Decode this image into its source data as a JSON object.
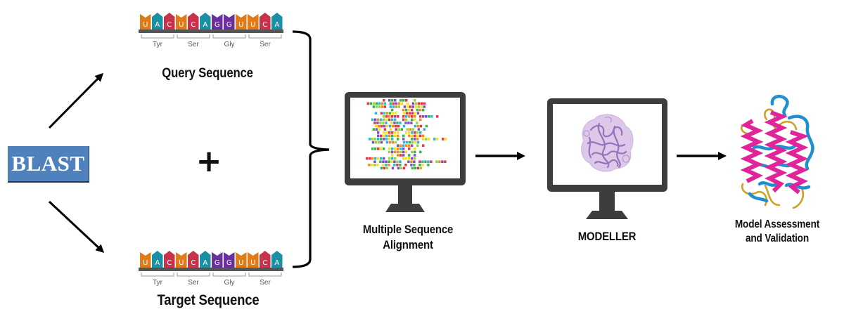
{
  "diagram": {
    "type": "pipeline-flow",
    "stages": [
      {
        "id": "blast",
        "label": "BLAST"
      },
      {
        "id": "query",
        "label": "Query Sequence"
      },
      {
        "id": "target",
        "label": "Target Sequence"
      },
      {
        "id": "msa",
        "label_line1": "Multiple Sequence",
        "label_line2": "Alignment"
      },
      {
        "id": "modeller",
        "label": "MODELLER"
      },
      {
        "id": "assessment",
        "label_line1": "Model Assessment",
        "label_line2": "and Validation"
      }
    ],
    "combine_symbol": "+",
    "edges": [
      {
        "from": "blast",
        "to": "query"
      },
      {
        "from": "blast",
        "to": "target"
      },
      {
        "from": "query+target",
        "to": "msa",
        "via": "curly-brace"
      },
      {
        "from": "msa",
        "to": "modeller"
      },
      {
        "from": "modeller",
        "to": "assessment"
      }
    ]
  },
  "sequence": {
    "nucleotides": [
      "U",
      "A",
      "C",
      "U",
      "C",
      "A",
      "G",
      "G",
      "U",
      "U",
      "C",
      "A"
    ],
    "codons_query": [
      "Tyr",
      "Ser",
      "Gly",
      "Ser"
    ],
    "codons_target": [
      "Tyr",
      "Ser",
      "Gly",
      "Ser"
    ]
  },
  "colors": {
    "U": "#e07b1a",
    "A": "#1b8fa3",
    "C": "#c8324b",
    "G": "#6b2f9e",
    "blast_bg": "#4f81bd",
    "helix": "#e0259a",
    "strand": "#1f8fd0",
    "coil": "#c9a227",
    "monitor": "#3d3d3d",
    "protein_blob": "#d9c3e6",
    "protein_chain": "#8e63b4"
  }
}
